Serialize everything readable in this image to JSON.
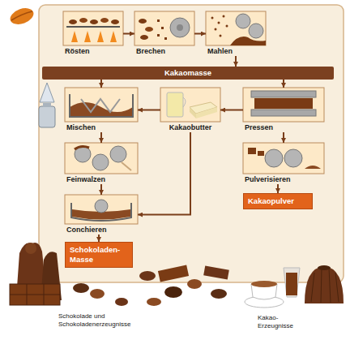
{
  "diagram": {
    "nodes": [
      {
        "text": [
          "Rösten"
        ]
      },
      {
        "text": [
          "Brechen"
        ]
      },
      {
        "text": [
          "Mahlen"
        ]
      },
      {
        "text": [
          "Kakaomasse"
        ]
      },
      {
        "text": [
          "Mischen"
        ]
      },
      {
        "text": [
          "Kakaobutter"
        ]
      },
      {
        "text": [
          "Pressen"
        ]
      },
      {
        "text": [
          "Feinwalzen"
        ]
      },
      {
        "text": [
          "Pulverisieren"
        ]
      },
      {
        "text": [
          "Kakaopulver"
        ]
      },
      {
        "text": [
          "Conchieren"
        ]
      },
      {
        "text": [
          "Schokoladen- Masse"
        ]
      }
    ],
    "edges": [
      {
        "from": 0,
        "to": 1,
        "arrow": "to"
      },
      {
        "from": 1,
        "to": 2,
        "arrow": "to"
      },
      {
        "from": 2,
        "to": 3,
        "arrow": "to"
      },
      {
        "from": 3,
        "to": 4,
        "arrow": "to"
      },
      {
        "from": 3,
        "to": 6,
        "arrow": "to"
      },
      {
        "from": 6,
        "to": 5,
        "arrow": "to"
      },
      {
        "from": 5,
        "to": 4,
        "arrow": "to"
      },
      {
        "from": 5,
        "to": 10,
        "arrow": "to"
      },
      {
        "from": 4,
        "to": 7,
        "arrow": "to"
      },
      {
        "from": 7,
        "to": 10,
        "arrow": "to"
      },
      {
        "from": 10,
        "to": 11,
        "arrow": "to"
      },
      {
        "from": 6,
        "to": 8,
        "arrow": "to"
      },
      {
        "from": 8,
        "to": 9,
        "arrow": "to"
      }
    ],
    "labels": [
      "Schokolade und Schokoladenerzeugnisse",
      "Kakao-Erzeugnisse"
    ]
  }
}
